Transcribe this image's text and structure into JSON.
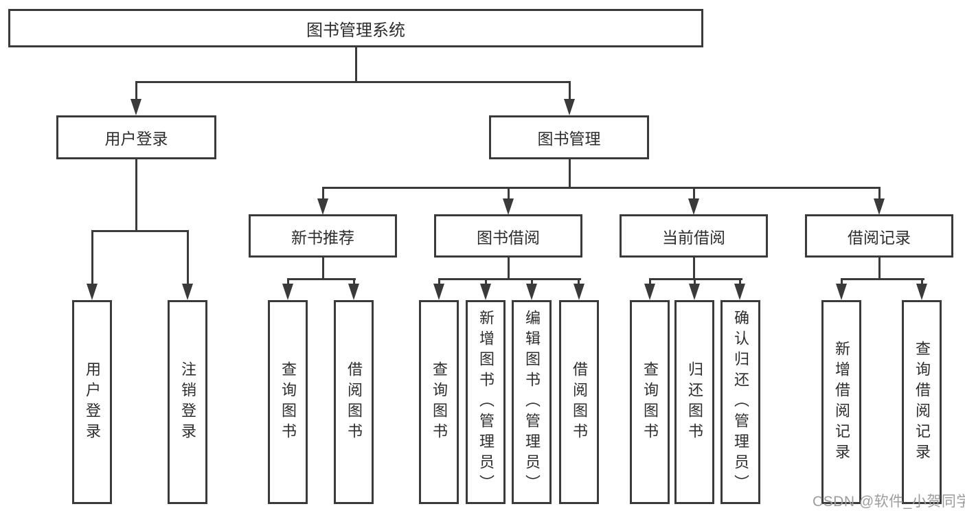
{
  "diagram": {
    "type": "hierarchy-tree",
    "root": {
      "label": "图书管理系统",
      "children": [
        {
          "label": "用户登录",
          "children": [
            {
              "label": "用户登录"
            },
            {
              "label": "注销登录"
            }
          ]
        },
        {
          "label": "图书管理",
          "children": [
            {
              "label": "新书推荐",
              "children": [
                {
                  "label": "查询图书"
                },
                {
                  "label": "借阅图书"
                }
              ]
            },
            {
              "label": "图书借阅",
              "children": [
                {
                  "label": "查询图书"
                },
                {
                  "label": "新增图书（管理员）"
                },
                {
                  "label": "编辑图书（管理员）"
                },
                {
                  "label": "借阅图书"
                }
              ]
            },
            {
              "label": "当前借阅",
              "children": [
                {
                  "label": "查询图书"
                },
                {
                  "label": "归还图书"
                },
                {
                  "label": "确认归还（管理员）"
                }
              ]
            },
            {
              "label": "借阅记录",
              "children": [
                {
                  "label": "新增借阅记录"
                },
                {
                  "label": "查询借阅记录"
                }
              ]
            }
          ]
        }
      ]
    }
  },
  "watermark": {
    "text": "CSDN @软件_小贺同学"
  },
  "colors": {
    "line": "#3a3a3a",
    "box_border": "#3a3a3a",
    "text": "#2d2d2d",
    "watermark": "#9c9c9c",
    "background": "#ffffff"
  }
}
